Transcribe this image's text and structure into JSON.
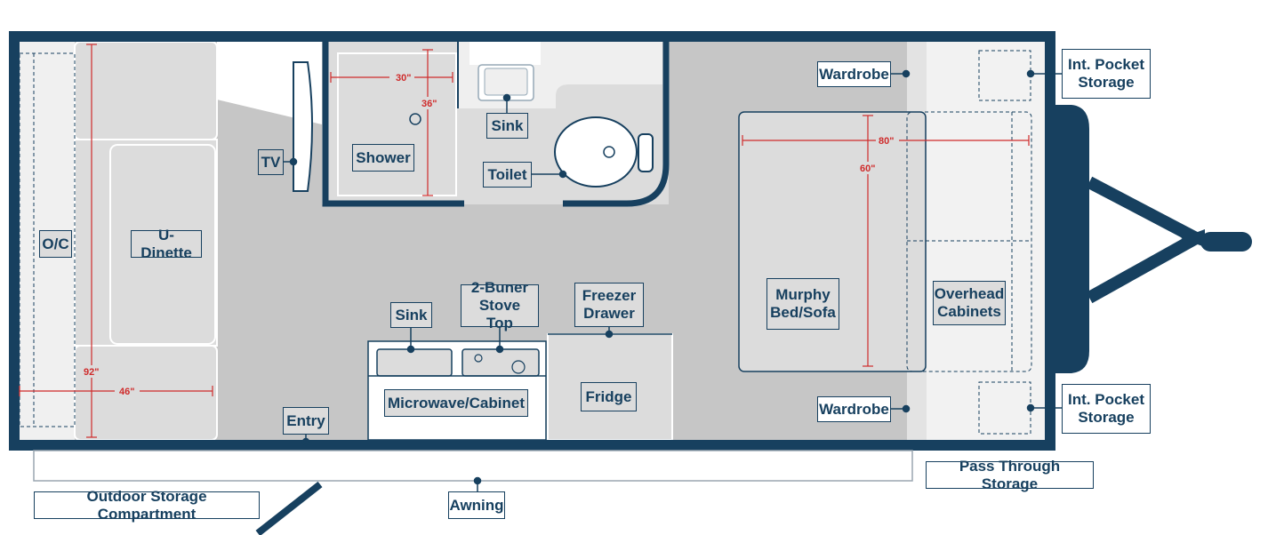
{
  "labels": {
    "wardrobe_top": "Wardrobe",
    "wardrobe_bottom": "Wardrobe",
    "int_pocket_top": "Int. Pocket\nStorage",
    "int_pocket_bottom": "Int. Pocket\nStorage",
    "sink_bath": "Sink",
    "toilet": "Toilet",
    "shower": "Shower",
    "tv": "TV",
    "oc": "O/C",
    "u_dinette": "U-Dinette",
    "sink_kitchen": "Sink",
    "stove": "2-Buner\nStove Top",
    "freezer": "Freezer\nDrawer",
    "murphy": "Murphy\nBed/Sofa",
    "overhead": "Overhead\nCabinets",
    "microwave": "Microwave/Cabinet",
    "fridge": "Fridge",
    "entry": "Entry",
    "pass_through": "Pass Through Storage",
    "outdoor_storage": "Outdoor Storage Compartment",
    "awning": "Awning"
  },
  "dimensions": {
    "shower_width": "30\"",
    "shower_depth": "36\"",
    "bed_width": "80\"",
    "bed_length": "60\"",
    "dinette_length": "92\"",
    "dinette_width": "46\""
  },
  "colors": {
    "frame": "#17405f",
    "floor": "#c6c6c6",
    "furniture": "#dcdcdc",
    "dimension": "#cf2b2b"
  }
}
